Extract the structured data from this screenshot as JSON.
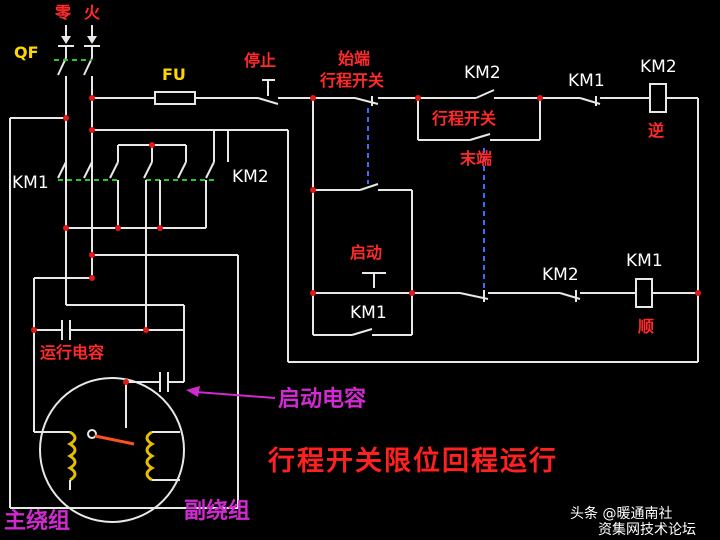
{
  "labels": {
    "neutral": "零",
    "live": "火",
    "qf": "QF",
    "fu": "FU",
    "stop": "停止",
    "start_limit_1": "始端",
    "start_limit_2": "行程开关",
    "km2_top": "KM2",
    "km1_top": "KM1",
    "km2_coil": "KM2",
    "reverse": "逆",
    "end_switch": "行程开关",
    "end_label": "末端",
    "km1_left": "KM1",
    "km2_right": "KM2",
    "start": "启动",
    "km1_hold": "KM1",
    "km2_mid": "KM2",
    "km1_coil": "KM1",
    "forward": "顺",
    "run_cap": "运行电容",
    "start_cap": "启动电容",
    "title": "行程开关限位回程运行",
    "main_winding": "主绕组",
    "aux_winding": "副绕组",
    "watermark_1": "头条 @暖通南社",
    "watermark_2": "资集网技术论坛"
  },
  "colors": {
    "wire": "#e8e8e8",
    "junction": "#e01818",
    "red_text": "#ff2a2a",
    "yellow_text": "#ffd700",
    "magenta": "#d12ad1",
    "green_link": "#22cc22",
    "blue_link": "#3a6cff"
  }
}
